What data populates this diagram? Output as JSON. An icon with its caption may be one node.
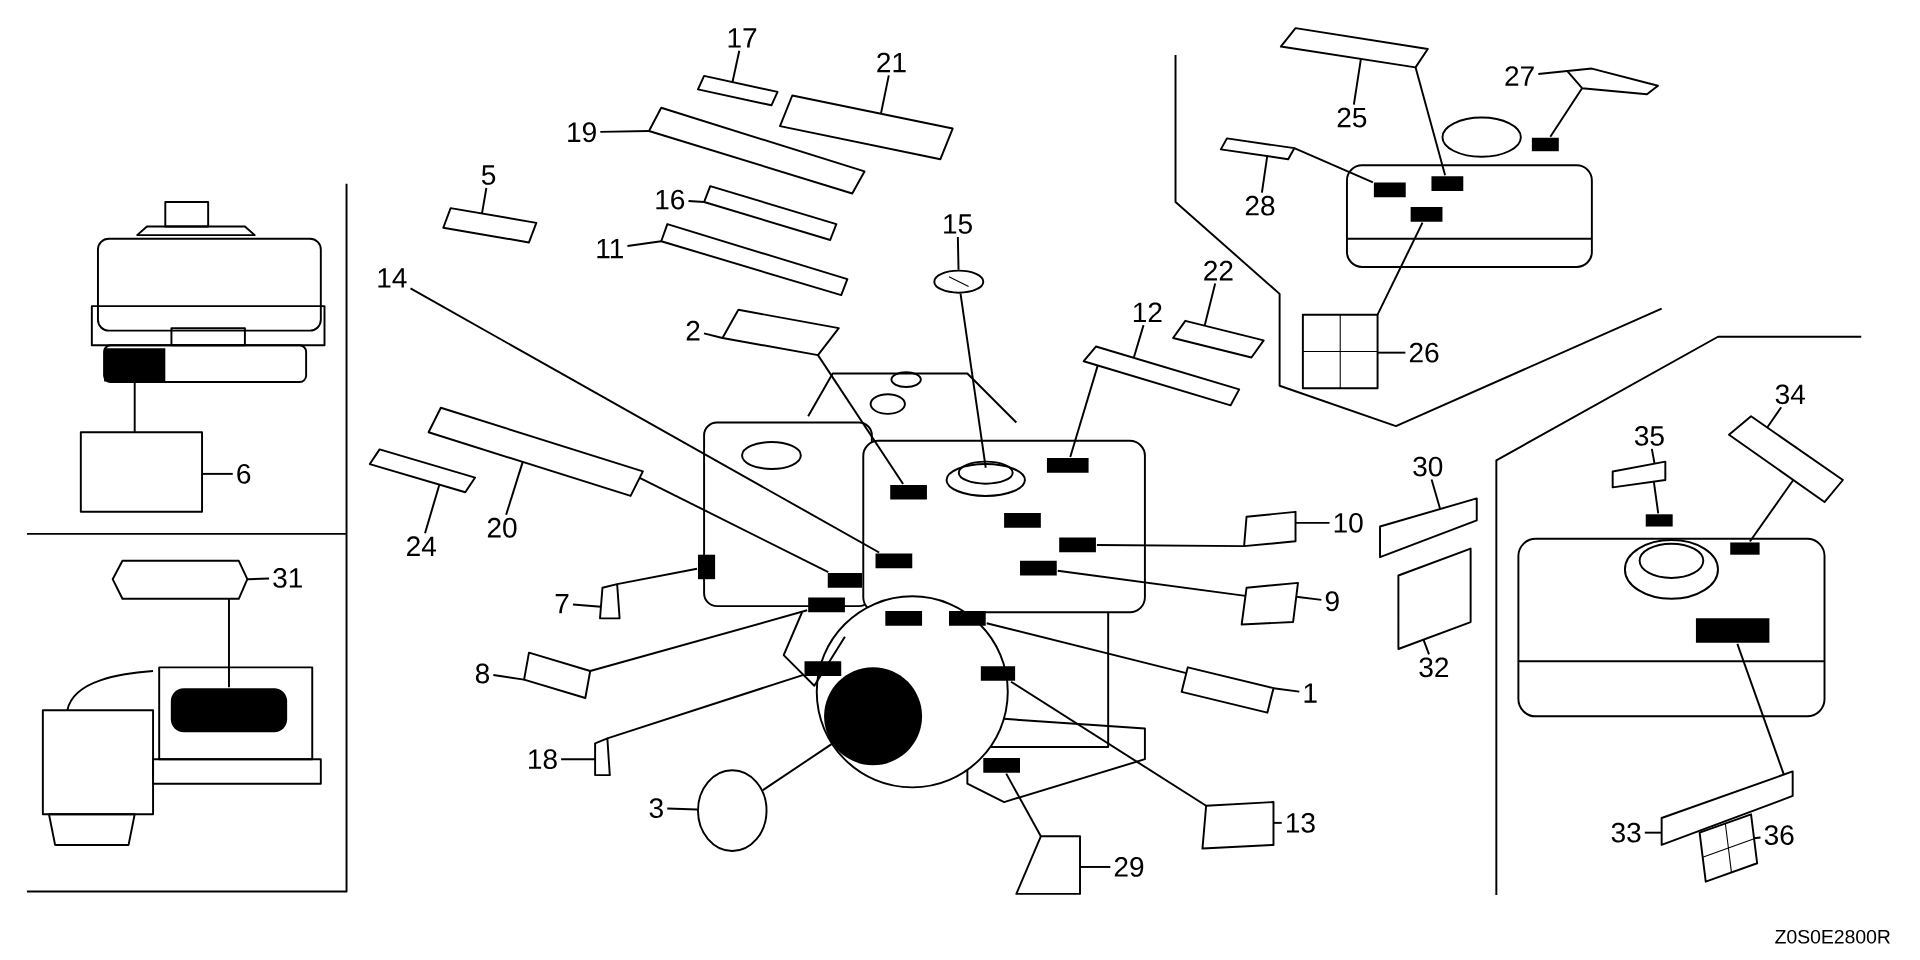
{
  "diagram": {
    "nodes": [
      {
        "text": [
          "1"
        ]
      },
      {
        "text": [],
        "shape": "box"
      },
      {
        "text": [
          "2"
        ]
      },
      {
        "text": [],
        "shape": "box"
      },
      {
        "text": [
          "3"
        ]
      },
      {
        "text": [],
        "shape": "circle"
      },
      {
        "text": [
          "5"
        ]
      },
      {
        "text": [],
        "shape": "box"
      },
      {
        "text": [
          "6"
        ]
      },
      {
        "text": [],
        "shape": "box"
      },
      {
        "text": [
          "7"
        ]
      },
      {
        "text": [],
        "shape": "box"
      },
      {
        "text": [
          "8"
        ]
      },
      {
        "text": [],
        "shape": "box"
      },
      {
        "text": [
          "9"
        ]
      },
      {
        "text": [],
        "shape": "box"
      },
      {
        "text": [
          "10"
        ]
      },
      {
        "text": [],
        "shape": "box"
      },
      {
        "text": [
          "11"
        ]
      },
      {
        "text": [],
        "shape": "box"
      },
      {
        "text": [
          "12"
        ]
      },
      {
        "text": [],
        "shape": "box"
      },
      {
        "text": [
          "13"
        ]
      },
      {
        "text": [],
        "shape": "box"
      },
      {
        "text": [
          "14"
        ]
      },
      {
        "text": [
          "15"
        ]
      },
      {
        "text": [],
        "shape": "circle"
      },
      {
        "text": [
          "16"
        ]
      },
      {
        "text": [],
        "shape": "box"
      },
      {
        "text": [
          "17"
        ]
      },
      {
        "text": [],
        "shape": "box"
      },
      {
        "text": [
          "18"
        ]
      },
      {
        "text": [],
        "shape": "box"
      },
      {
        "text": [
          "19"
        ]
      },
      {
        "text": [],
        "shape": "box"
      },
      {
        "text": [
          "20"
        ]
      },
      {
        "text": [],
        "shape": "box"
      },
      {
        "text": [
          "21"
        ]
      },
      {
        "text": [],
        "shape": "box"
      },
      {
        "text": [
          "22"
        ]
      },
      {
        "text": [],
        "shape": "box"
      },
      {
        "text": [
          "24"
        ]
      },
      {
        "text": [],
        "shape": "box"
      },
      {
        "text": [
          "25"
        ]
      },
      {
        "text": [],
        "shape": "box"
      },
      {
        "text": [
          "26"
        ]
      },
      {
        "text": [],
        "shape": "box"
      },
      {
        "text": [
          "27"
        ]
      },
      {
        "text": [],
        "shape": "box"
      },
      {
        "text": [
          "28"
        ]
      },
      {
        "text": [],
        "shape": "box"
      },
      {
        "text": [
          "29"
        ]
      },
      {
        "text": [],
        "shape": "box"
      },
      {
        "text": [
          "30"
        ]
      },
      {
        "text": [],
        "shape": "box"
      },
      {
        "text": [
          "31"
        ]
      },
      {
        "text": [],
        "shape": "box"
      },
      {
        "text": [
          "32"
        ]
      },
      {
        "text": [],
        "shape": "box"
      },
      {
        "text": [
          "33"
        ]
      },
      {
        "text": [],
        "shape": "box"
      },
      {
        "text": [
          "34"
        ]
      },
      {
        "text": [],
        "shape": "box"
      },
      {
        "text": [
          "35"
        ]
      },
      {
        "text": [],
        "shape": "box"
      },
      {
        "text": [
          "36"
        ]
      },
      {
        "text": [],
        "shape": "box"
      },
      {
        "text": [],
        "shape": "box"
      },
      {
        "text": [],
        "shape": "box"
      },
      {
        "text": [],
        "shape": "box"
      },
      {
        "text": [],
        "shape": "box"
      },
      {
        "text": [],
        "shape": "box"
      },
      {
        "text": [],
        "shape": "box"
      },
      {
        "text": [],
        "shape": "box"
      },
      {
        "text": [],
        "shape": "box"
      },
      {
        "text": [],
        "shape": "box"
      },
      {
        "text": [],
        "shape": "box"
      },
      {
        "text": [],
        "shape": "box"
      },
      {
        "text": [],
        "shape": "box"
      },
      {
        "text": [],
        "shape": "box"
      },
      {
        "text": [],
        "shape": "box"
      },
      {
        "text": [],
        "shape": "box"
      },
      {
        "text": [],
        "shape": "box"
      },
      {
        "text": [],
        "shape": "box"
      },
      {
        "text": [],
        "shape": "box"
      },
      {
        "text": [],
        "shape": "box"
      },
      {
        "text": [],
        "shape": "box"
      },
      {
        "text": [],
        "shape": "circle"
      },
      {
        "text": [],
        "shape": "box"
      }
    ],
    "edges": [
      {
        "from": 0,
        "to": 1,
        "arrow": "none"
      },
      {
        "from": 2,
        "to": 3,
        "arrow": "none"
      },
      {
        "from": 4,
        "to": 5,
        "arrow": "none"
      },
      {
        "from": 6,
        "to": 7,
        "arrow": "none"
      },
      {
        "from": 8,
        "to": 9,
        "arrow": "none"
      },
      {
        "from": 10,
        "to": 11,
        "arrow": "none"
      },
      {
        "from": 12,
        "to": 13,
        "arrow": "none"
      },
      {
        "from": 14,
        "to": 15,
        "arrow": "none"
      },
      {
        "from": 16,
        "to": 17,
        "arrow": "none"
      },
      {
        "from": 18,
        "to": 19,
        "arrow": "none"
      },
      {
        "from": 20,
        "to": 21,
        "arrow": "none"
      },
      {
        "from": 22,
        "to": 23,
        "arrow": "none"
      },
      {
        "from": 25,
        "to": 26,
        "arrow": "none"
      },
      {
        "from": 27,
        "to": 28,
        "arrow": "none"
      },
      {
        "from": 29,
        "to": 30,
        "arrow": "none"
      },
      {
        "from": 31,
        "to": 32,
        "arrow": "none"
      },
      {
        "from": 33,
        "to": 34,
        "arrow": "none"
      },
      {
        "from": 35,
        "to": 36,
        "arrow": "none"
      },
      {
        "from": 37,
        "to": 38,
        "arrow": "none"
      },
      {
        "from": 39,
        "to": 40,
        "arrow": "none"
      },
      {
        "from": 41,
        "to": 42,
        "arrow": "none"
      },
      {
        "from": 43,
        "to": 44,
        "arrow": "none"
      },
      {
        "from": 45,
        "to": 46,
        "arrow": "none"
      },
      {
        "from": 47,
        "to": 48,
        "arrow": "none"
      },
      {
        "from": 49,
        "to": 50,
        "arrow": "none"
      },
      {
        "from": 51,
        "to": 52,
        "arrow": "none"
      },
      {
        "from": 53,
        "to": 54,
        "arrow": "none"
      },
      {
        "from": 55,
        "to": 56,
        "arrow": "none"
      },
      {
        "from": 57,
        "to": 58,
        "arrow": "none"
      },
      {
        "from": 59,
        "to": 60,
        "arrow": "none"
      },
      {
        "from": 61,
        "to": 62,
        "arrow": "none"
      },
      {
        "from": 63,
        "to": 64,
        "arrow": "none"
      },
      {
        "from": 65,
        "to": 66,
        "arrow": "none"
      },
      {
        "from": 1,
        "to": 82,
        "arrow": "none"
      },
      {
        "from": 3,
        "to": 73,
        "arrow": "none"
      },
      {
        "from": 5,
        "to": 87,
        "arrow": "none"
      },
      {
        "from": 9,
        "to": 71,
        "arrow": "none"
      },
      {
        "from": 11,
        "to": 78,
        "arrow": "none"
      },
      {
        "from": 13,
        "to": 81,
        "arrow": "none"
      },
      {
        "from": 15,
        "to": 79,
        "arrow": "none"
      },
      {
        "from": 17,
        "to": 75,
        "arrow": "none"
      },
      {
        "from": 21,
        "to": 72,
        "arrow": "none"
      },
      {
        "from": 23,
        "to": 85,
        "arrow": "none"
      },
      {
        "from": 24,
        "to": 77,
        "arrow": "none"
      },
      {
        "from": 26,
        "to": null,
        "arrow": "none"
      },
      {
        "from": 32,
        "to": 84,
        "arrow": "none"
      },
      {
        "from": 36,
        "to": 80,
        "arrow": "none"
      },
      {
        "from": 44,
        "to": 68,
        "arrow": "none"
      },
      {
        "from": 46,
        "to": 70,
        "arrow": "none"
      },
      {
        "from": 48,
        "to": 67,
        "arrow": "none"
      },
      {
        "from": 50,
        "to": 69,
        "arrow": "none"
      },
      {
        "from": 52,
        "to": 88,
        "arrow": "none"
      },
      {
        "from": 56,
        "to": 86,
        "arrow": "none"
      },
      {
        "from": 60,
        "to": 83,
        "arrow": "none"
      },
      {
        "from": 62,
        "to": 76,
        "arrow": "none"
      },
      {
        "from": 64,
        "to": 74,
        "arrow": "none"
      }
    ],
    "labels": [
      "Z0S0E2800R"
    ]
  }
}
